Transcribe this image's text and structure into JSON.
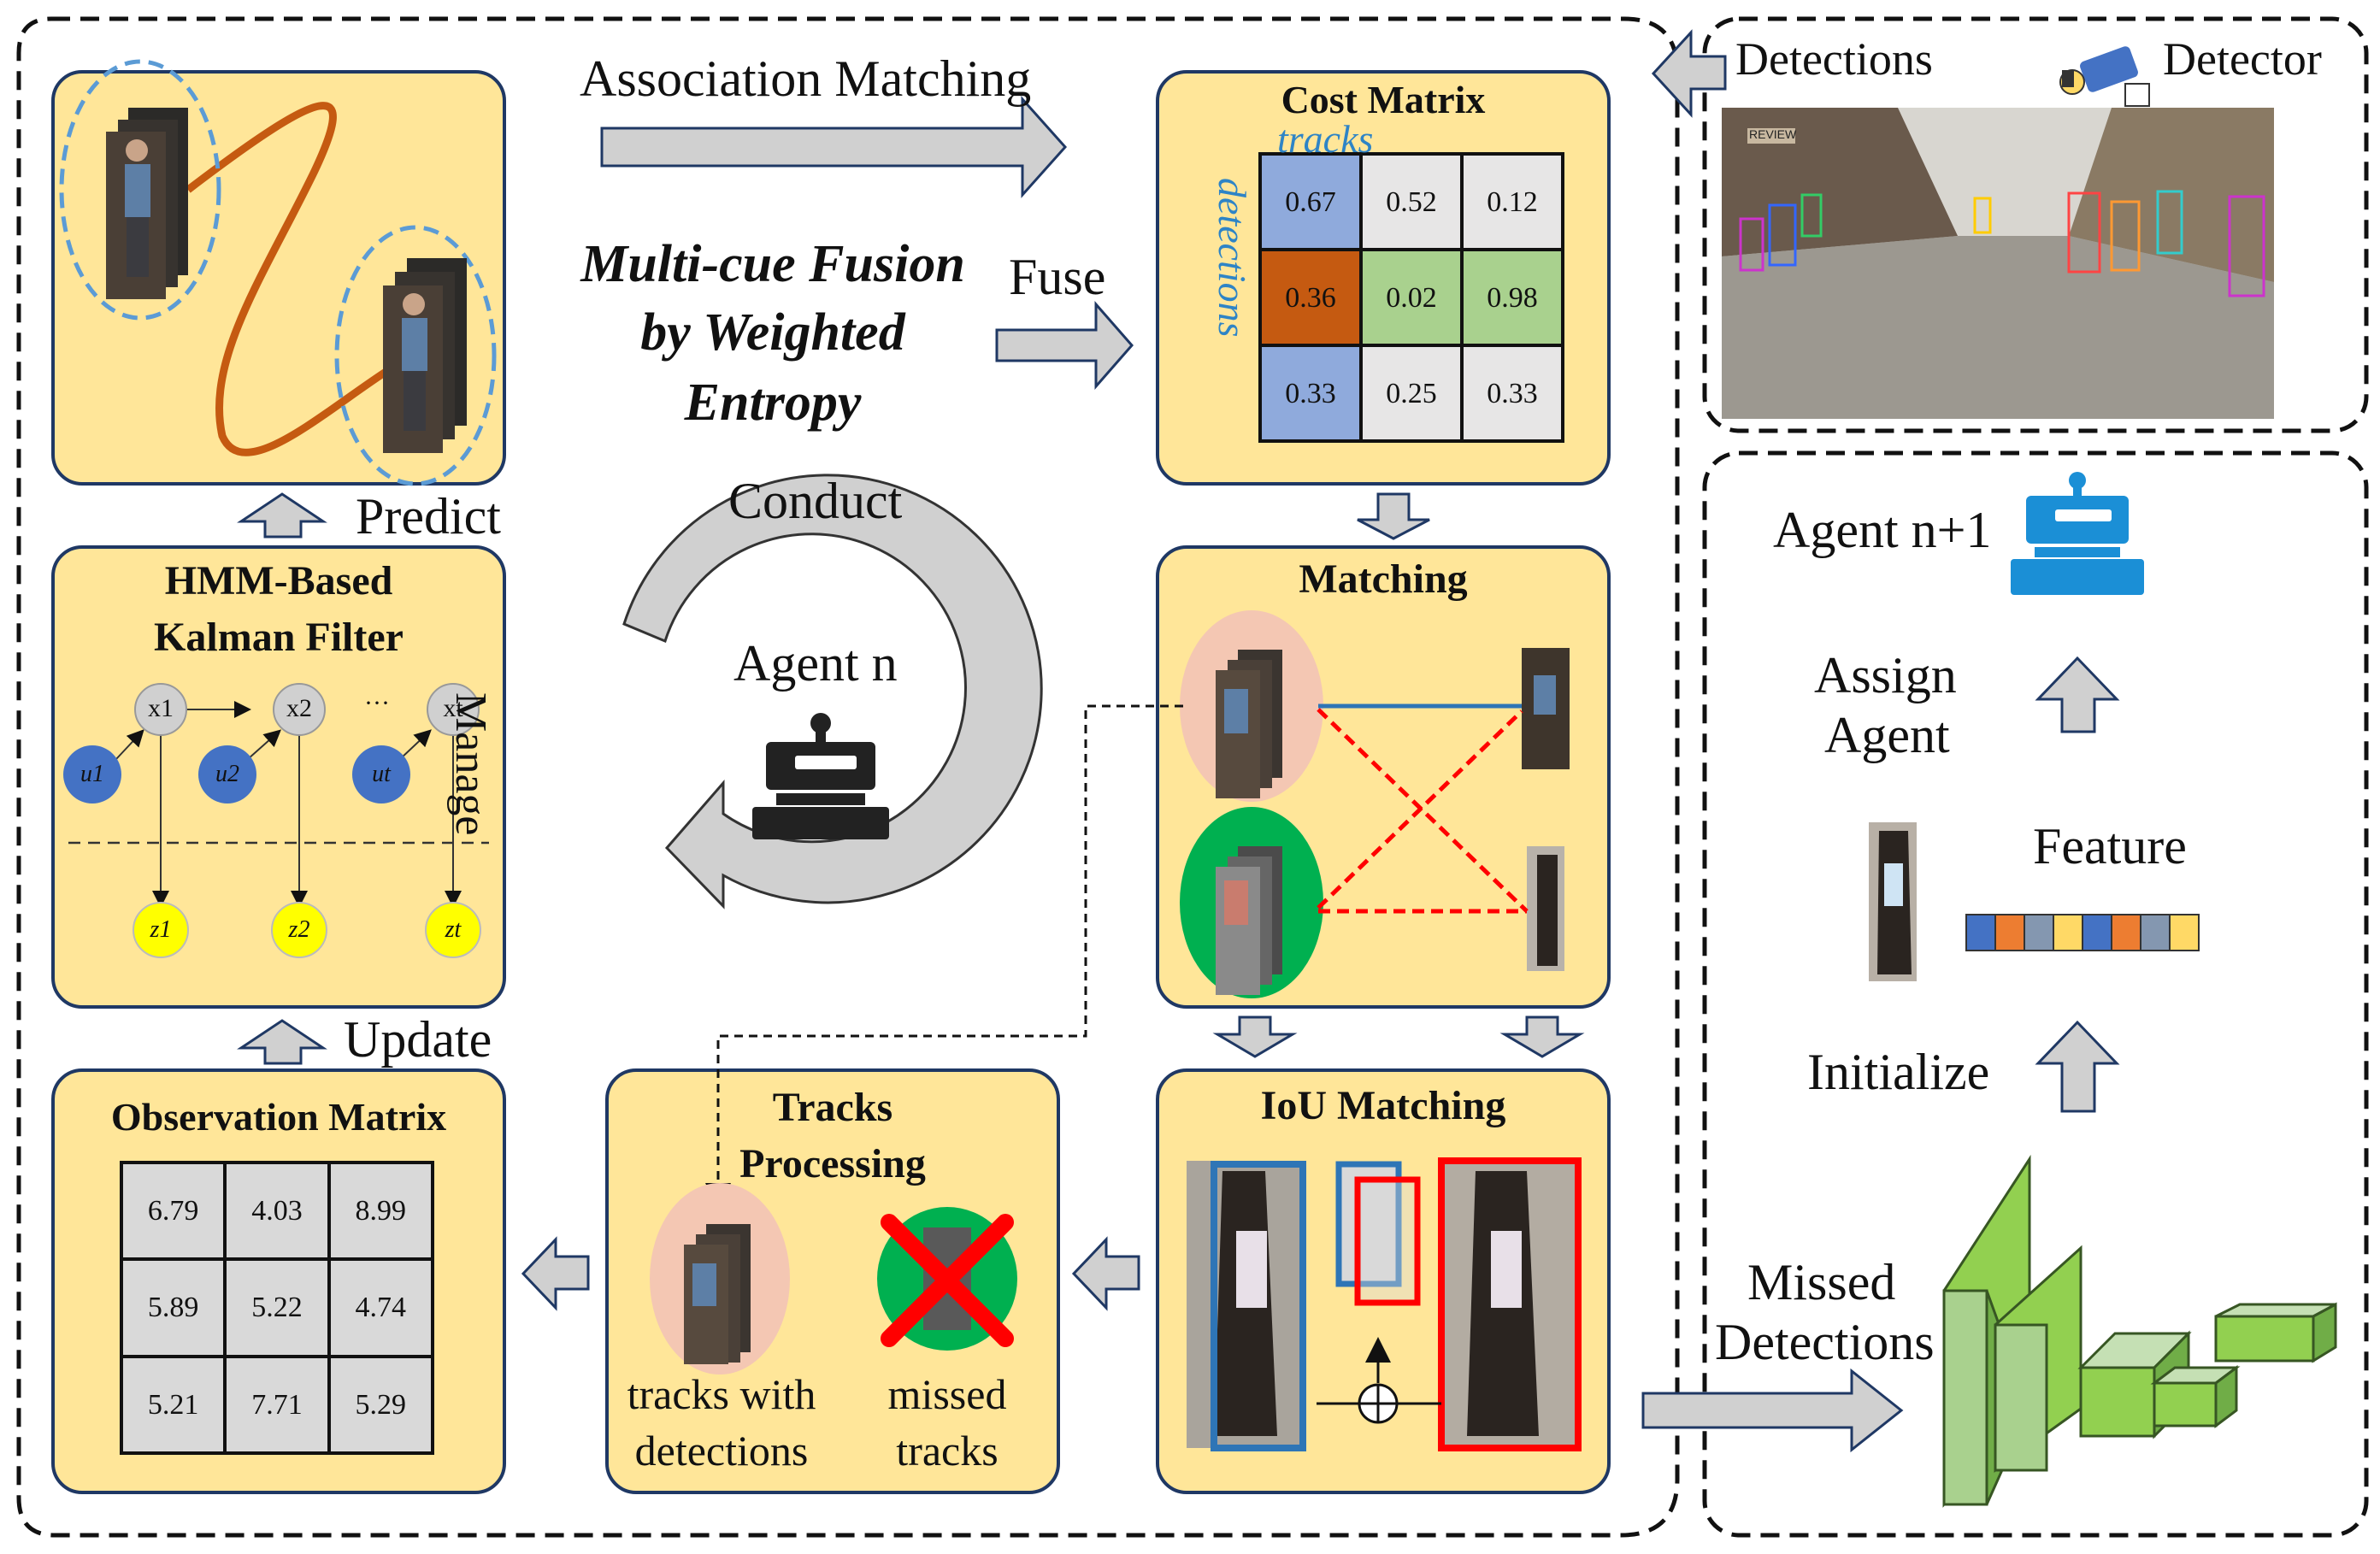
{
  "top_labels": {
    "association": "Association Matching",
    "fuse": "Fuse",
    "fusion_title": [
      "Multi-cue Fusion",
      "by Weighted",
      "Entropy"
    ],
    "conduct": "Conduct",
    "agent_n": "Agent n",
    "manage": "Manage",
    "predict": "Predict",
    "update": "Update"
  },
  "hmm": {
    "title_lines": [
      "HMM-Based",
      "Kalman Filter"
    ],
    "states": [
      "x1",
      "x2",
      "xt"
    ],
    "controls": [
      "u1",
      "u2",
      "ut"
    ],
    "observations": [
      "z1",
      "z2",
      "zt"
    ],
    "ellipsis": "···"
  },
  "observation_matrix": {
    "title": "Observation Matrix",
    "cells": [
      [
        "6.79",
        "4.03",
        "8.99"
      ],
      [
        "5.89",
        "5.22",
        "4.74"
      ],
      [
        "5.21",
        "7.71",
        "5.29"
      ]
    ]
  },
  "cost_matrix": {
    "title": "Cost Matrix",
    "col_label": "tracks",
    "row_label": "detections",
    "cells": [
      [
        "0.67",
        "0.52",
        "0.12"
      ],
      [
        "0.36",
        "0.02",
        "0.98"
      ],
      [
        "0.33",
        "0.25",
        "0.33"
      ]
    ],
    "cell_colors": [
      [
        "#8faadc",
        "#e7e6e6",
        "#e7e6e6"
      ],
      [
        "#c55a11",
        "#a9d18e",
        "#a9d18e"
      ],
      [
        "#8faadc",
        "#e7e6e6",
        "#e7e6e6"
      ]
    ]
  },
  "matching": {
    "title": "Matching"
  },
  "iou": {
    "title": "IoU Matching"
  },
  "tracks_processing": {
    "title_lines": [
      "Tracks",
      "Processing"
    ],
    "left_caption": [
      "tracks with",
      "detections"
    ],
    "right_caption": [
      "missed",
      "tracks"
    ]
  },
  "detector_panel": {
    "detections": "Detections",
    "detector": "Detector",
    "sign_text": "REVIEW"
  },
  "agent_panel": {
    "agent_next": "Agent n+1",
    "assign": [
      "Assign",
      "Agent"
    ],
    "feature": "Feature",
    "initialize": "Initialize",
    "missed": [
      "Missed",
      "Detections"
    ],
    "feature_colors": [
      "#4472c4",
      "#ed7d31",
      "#8497b0",
      "#ffd966",
      "#4472c4",
      "#ed7d31",
      "#8497b0",
      "#ffd966"
    ]
  },
  "colors": {
    "panel_fill": "#ffe699",
    "panel_stroke": "#1f3864",
    "arrow_fill": "#d0d0d0",
    "cnn_green": "#92d050",
    "state_node": "#d0d0d0",
    "control_node": "#4472c4",
    "observation_node": "#ffff00"
  }
}
